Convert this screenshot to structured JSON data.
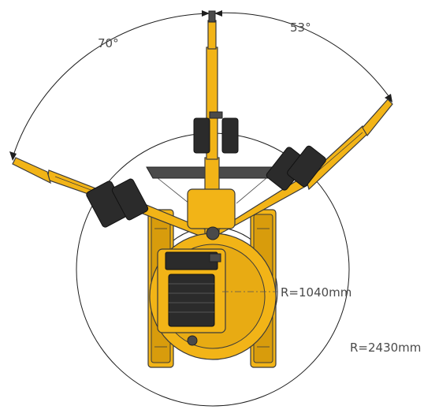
{
  "labels": {
    "swing_left": "70°",
    "swing_right": "53°",
    "radius_inner": "R=1040mm",
    "radius_outer": "R=2430mm"
  },
  "colors": {
    "machine_body": "#f2b417",
    "machine_shadow": "#d89c0c",
    "cab_glass": "#2b2b2b",
    "line": "#1e1e1e"
  }
}
